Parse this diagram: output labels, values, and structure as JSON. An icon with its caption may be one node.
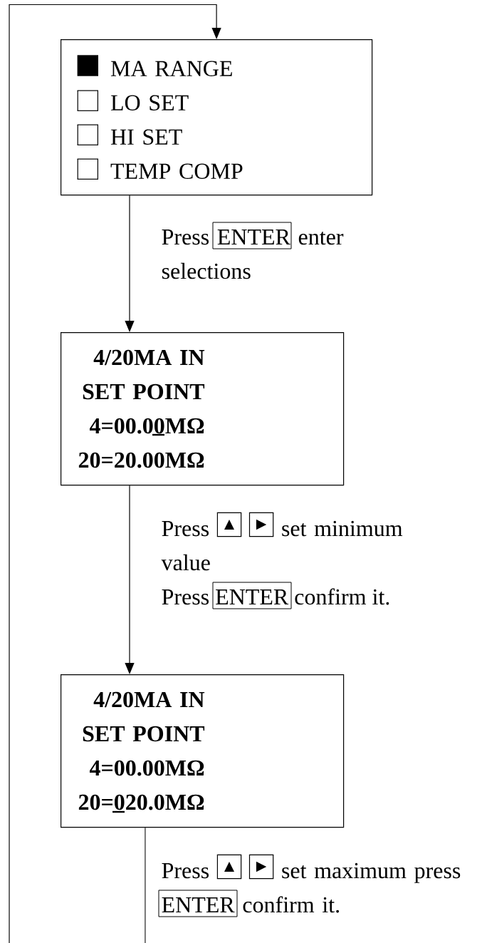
{
  "diagram": {
    "nodes": [
      {
        "text": [
          "MA RANGE",
          "LO SET",
          "HI SET",
          "TEMP COMP"
        ]
      },
      {
        "text": [
          "4/20MA IN",
          "SET POINT",
          "4=00.00MΩ",
          "20=20.00MΩ"
        ]
      },
      {
        "text": [
          "4/20MA IN",
          "SET POINT",
          "4=00.00MΩ",
          "20=020.0MΩ"
        ]
      }
    ],
    "edges": [
      {
        "from": null,
        "to": 0,
        "arrow": "to"
      },
      {
        "from": 0,
        "to": 1,
        "arrow": "to",
        "label": "Press ENTER enter selections"
      },
      {
        "from": 1,
        "to": 2,
        "arrow": "to",
        "label": "Press ▲ ► set minimum value"
      },
      {
        "from": 2,
        "to": null,
        "arrow": "none",
        "label": "Press ▲ ► set maximum press ENTER confirm it."
      }
    ],
    "labels": [
      "Press ENTER confirm it."
    ]
  }
}
